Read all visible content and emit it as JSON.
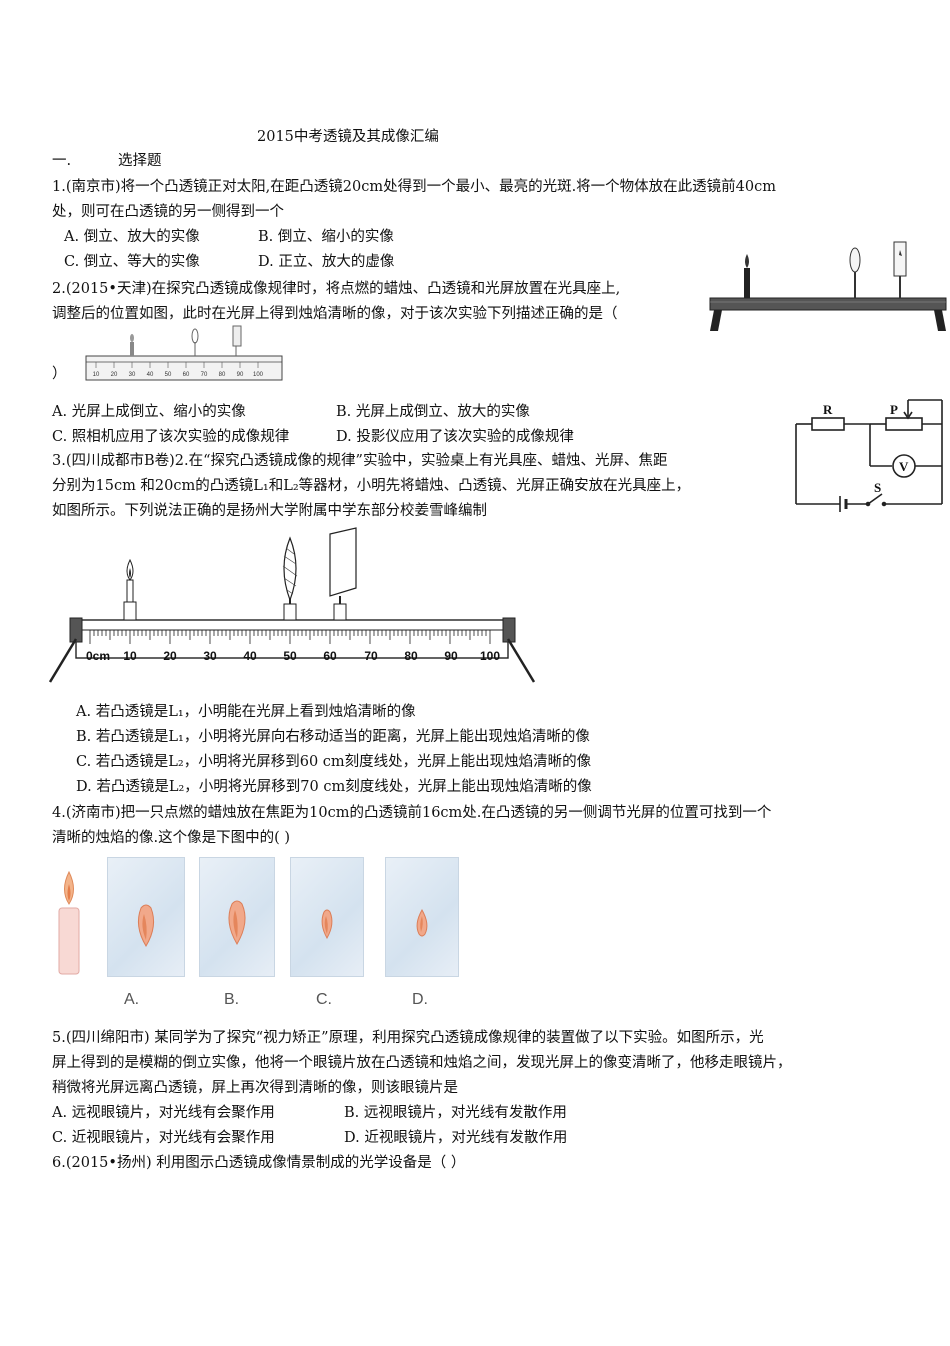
{
  "title": "2015中考透镜及其成像汇编",
  "section": {
    "number": "一.",
    "name": "选择题"
  },
  "q1": {
    "stem_1": "1.(南京市)将一个凸透镜正对太阳,在距凸透镜20cm处得到一个最小、最亮的光斑.将一个物体放在此透镜前40cm",
    "stem_2": "处，则可在凸透镜的另一侧得到一个",
    "opt_a": "A. 倒立、放大的实像",
    "opt_b": "B. 倒立、缩小的实像",
    "opt_c": "C. 倒立、等大的实像",
    "opt_d": "D. 正立、放大的虚像"
  },
  "q2": {
    "stem_1": "2.(2015•天津)在探究凸透镜成像规律时，将点燃的蜡烛、凸透镜和光屏放置在光具座上,",
    "stem_2": "调整后的位置如图，此时在光屏上得到烛焰清晰的像，对于该次实验下列描述正确的是（",
    "stem_3": "）",
    "ruler_ticks": [
      "10",
      "20",
      "30",
      "40",
      "50",
      "60",
      "70",
      "80",
      "90",
      "100"
    ],
    "opt_a": "A. 光屏上成倒立、缩小的实像",
    "opt_b": "B. 光屏上成倒立、放大的实像",
    "opt_c": "C. 照相机应用了该次实验的成像规律",
    "opt_d": "D. 投影仪应用了该次实验的成像规律"
  },
  "circuit": {
    "r": "R",
    "p": "P",
    "v": "V",
    "s": "S"
  },
  "q3": {
    "stem_1": "3.(四川成都市B卷)2.在“探究凸透镜成像的规律”实验中，实验桌上有光具座、蜡烛、光屏、焦距",
    "stem_2": "分别为15cm 和20cm的凸透镜L₁和L₂等器材，小明先将蜡烛、凸透镜、光屏正确安放在光具座上，",
    "stem_3": "如图所示。下列说法正确的是扬州大学附属中学东部分校姜雪峰编制",
    "bench_ticks": [
      "0cm",
      "10",
      "20",
      "30",
      "40",
      "50",
      "60",
      "70",
      "80",
      "90",
      "100"
    ],
    "opt_a": "A. 若凸透镜是L₁，小明能在光屏上看到烛焰清晰的像",
    "opt_b": "B. 若凸透镜是L₁，小明将光屏向右移动适当的距离，光屏上能出现烛焰清晰的像",
    "opt_c": "C. 若凸透镜是L₂，小明将光屏移到60 cm刻度线处，光屏上能出现烛焰清晰的像",
    "opt_d": "D. 若凸透镜是L₂，小明将光屏移到70 cm刻度线处，光屏上能出现烛焰清晰的像"
  },
  "q4": {
    "stem_1": "4.(济南市)把一只点燃的蜡烛放在焦距为10cm的凸透镜前16cm处.在凸透镜的另一侧调节光屏的位置可找到一个",
    "stem_2": "清晰的烛焰的像.这个像是下图中的(            )",
    "labels": [
      "A.",
      "B.",
      "C.",
      "D."
    ]
  },
  "q5": {
    "stem_1": "5.(四川绵阳市) 某同学为了探究“视力矫正”原理，利用探究凸透镜成像规律的装置做了以下实验。如图所示，光",
    "stem_2": "屏上得到的是模糊的倒立实像，他将一个眼镜片放在凸透镜和烛焰之间，发现光屏上的像变清晰了，他移走眼镜片，",
    "stem_3": "稍微将光屏远离凸透镜，屏上再次得到清晰的像，则该眼镜片是",
    "opt_a": "A. 远视眼镜片，对光线有会聚作用",
    "opt_b": "B. 远视眼镜片，对光线有发散作用",
    "opt_c": "C. 近视眼镜片，对光线有会聚作用",
    "opt_d": "D. 近视眼镜片，对光线有发散作用"
  },
  "q6": {
    "stem": "6.(2015•扬州) 利用图示凸透镜成像情景制成的光学设备是（      ）"
  }
}
